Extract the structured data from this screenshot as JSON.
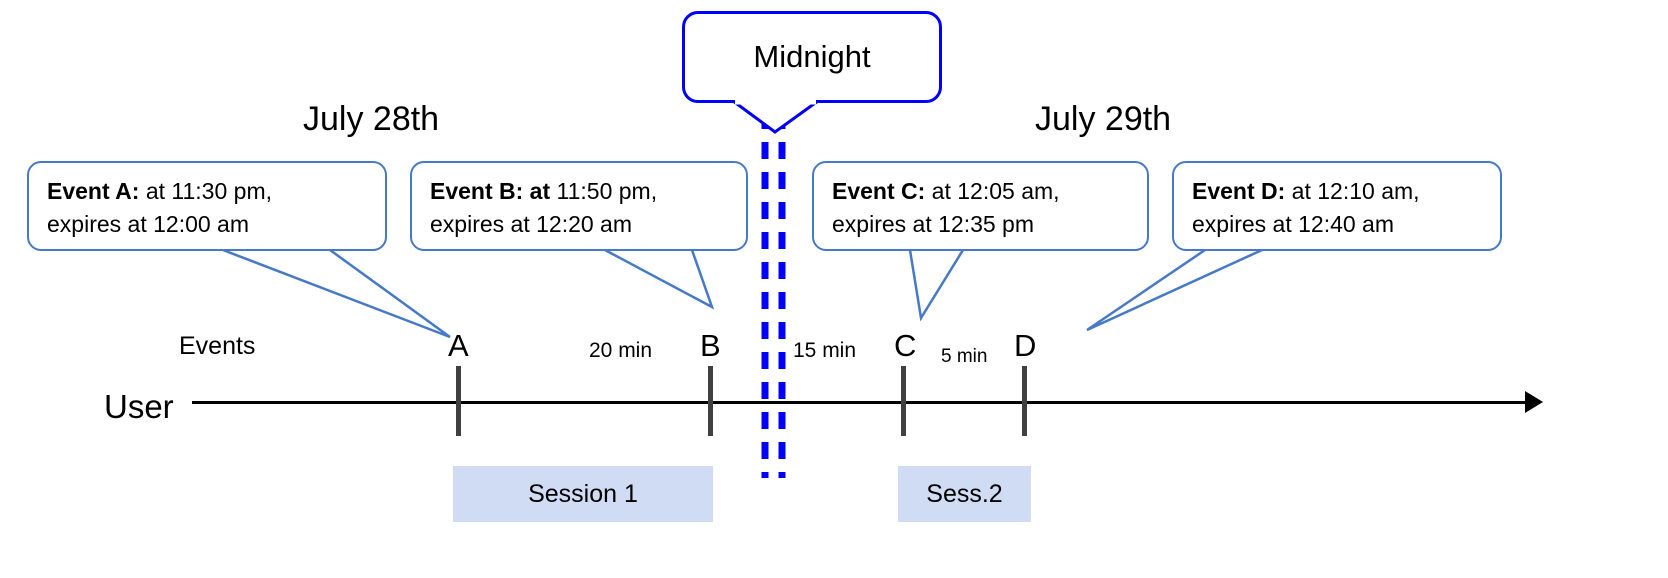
{
  "diagram": {
    "title_labels": {
      "day_left": "July 28th",
      "day_right": "July 29th"
    },
    "midnight_callout": {
      "label": "Midnight",
      "border_color": "#0000ff"
    },
    "row_labels": {
      "events": "Events",
      "user": "User"
    },
    "callouts": [
      {
        "id": "event-a",
        "bold": "Event A:",
        "line1_rest": " at 11:30 pm,",
        "line2": "expires at 12:00 am"
      },
      {
        "id": "event-b",
        "bold": "Event B: at",
        "line1_rest": " 11:50 pm,",
        "line2": "expires at 12:20 am"
      },
      {
        "id": "event-c",
        "bold": "Event C:",
        "line1_rest": " at 12:05 am,",
        "line2": "expires at 12:35 pm"
      },
      {
        "id": "event-d",
        "bold": "Event D:",
        "line1_rest": "  at 12:10 am,",
        "line2": "expires at 12:40 am"
      }
    ],
    "events": [
      {
        "letter": "A",
        "time": "11:30 pm"
      },
      {
        "letter": "B",
        "time": "11:50 pm"
      },
      {
        "letter": "C",
        "time": "12:05 am"
      },
      {
        "letter": "D",
        "time": "12:10 am"
      }
    ],
    "intervals": [
      {
        "id": "a-to-b",
        "label": "20 min"
      },
      {
        "id": "b-to-c",
        "label": "15 min"
      },
      {
        "id": "c-to-d",
        "label": "5 min"
      }
    ],
    "sessions": [
      {
        "id": "session-1",
        "label": "Session 1"
      },
      {
        "id": "session-2",
        "label": "Sess.2"
      }
    ],
    "colors": {
      "callout_border": "#4679c8",
      "midnight_line": "#0000ff",
      "session_fill": "#cfdcf4",
      "tick": "#404040",
      "axis": "#000000"
    }
  }
}
